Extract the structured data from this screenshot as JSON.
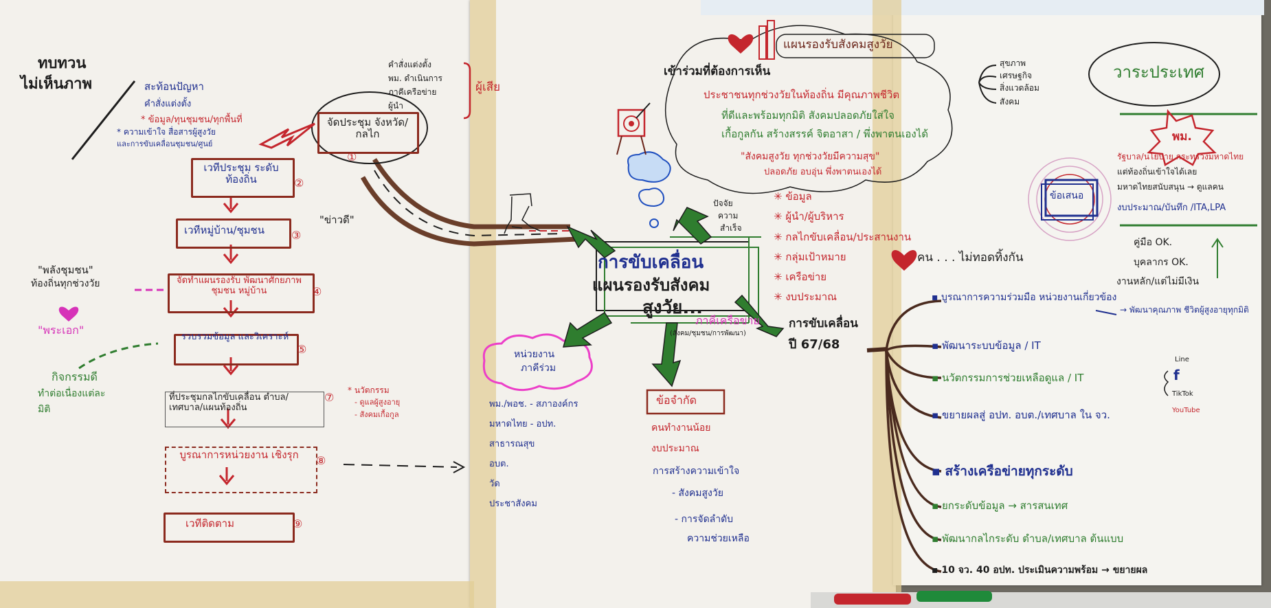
{
  "scene": {
    "title": "ผังความคิด: การขับเคลื่อนแผนรองรับสังคมสูงวัย",
    "colors": {
      "paper": "#f3f1ec",
      "wall": "#6d6a62",
      "tape": "#e2cd96",
      "maroon": "#8b2a1e",
      "blue": "#1f2f8f",
      "red": "#c4262d",
      "green": "#2f7d2f",
      "pink": "#d633b8"
    }
  },
  "left": {
    "heading_1": "ทบทวน",
    "heading_2": "ไม่เห็นภาพ",
    "topnote_1": "สะท้อนปัญหา",
    "topnote_2": "คำสั่งแต่งตั้ง",
    "topnote_3": "* ข้อมูล/ทุนชุมชน/ทุกพื้นที่",
    "topnote_4": "* ความเข้าใจ สื่อสารผู้สูงวัย",
    "topnote_5": "และการขับเคลื่อนชุมชน/ศูนย์",
    "list_1": "คำสั่งแต่งตั้ง",
    "list_2": "พม. ดำเนินการ",
    "list_3": "ภาคีเครือข่าย",
    "list_4": "ผู้นำ",
    "list_bracket": "ผู้เสีย",
    "steps": [
      {
        "label": "จัดประชุม จังหวัด/กลไก",
        "num": "①"
      },
      {
        "label": "เวทีประชุม ระดับท้องถิ่น",
        "num": "②"
      },
      {
        "label": "เวทีหมู่บ้าน/ชุมชน",
        "num": "③"
      },
      {
        "label": "จัดทำแผนรองรับ พัฒนาศักยภาพชุมชน หมู่บ้าน",
        "num": "④"
      },
      {
        "label": "รวบรวมข้อมูล และวิเคราะห์",
        "num": "⑤"
      },
      {
        "label": "ที่ประชุมกลไกขับเคลื่อน ตำบล/เทศบาล/แผนท้องถิ่น",
        "num": "⑦"
      },
      {
        "label": "บูรณาการหน่วยงาน เชิงรุก",
        "num": "⑧"
      },
      {
        "label": "เวทีติดตาม",
        "num": "⑨"
      }
    ],
    "side_note": "\"ข่าวดี\"",
    "power_1": "\"พลังชุมชน\"",
    "power_2": "ท้องถิ่นทุกช่วงวัย",
    "power_3": "\"พระเอก\"",
    "activity_1": "กิจกรรมดี",
    "activity_2": "ทำต่อเนื่องแต่ละ",
    "activity_3": "มิติ",
    "note_right_1": "* นวัตกรรม",
    "note_right_2": "- ดูแลผู้สูงอายุ",
    "note_right_3": "- สังคมเกื้อกูล"
  },
  "center": {
    "main_1": "การขับเคลื่อน",
    "main_2": "แผนรองรับสังคม",
    "main_3": "สูงวัย...",
    "factor_1": "ปัจจัย",
    "factor_2": "ความ",
    "factor_3": "สำเร็จ",
    "network_1": "ภาคีเครือข่าย",
    "network_2": "(สังคม/ชุมชน/การพัฒนา)",
    "partners_title_1": "หน่วยงาน",
    "partners_title_2": "ภาคีร่วม",
    "partners": [
      "พม./พอช. - สภาองค์กร",
      "มหาดไทย - อปท.",
      "สาธารณสุข",
      "อบต.",
      "วัด",
      "ประชาสังคม"
    ],
    "limits_title": "ข้อจำกัด",
    "limits": [
      "คนทำงานน้อย",
      "งบประมาณ"
    ],
    "limits_sub_1": "การสร้างความเข้าใจ",
    "limits_sub_2": "- สังคมสูงวัย",
    "limits_sub_3": "- การจัดลำดับ",
    "limits_sub_4": "ความช่วยเหลือ",
    "factors": [
      "ข้อมูล",
      "ผู้นำ/ผู้บริหาร",
      "กลไกขับเคลื่อน/ประสานงาน",
      "กลุ่มเป้าหมาย",
      "เครือข่าย",
      "งบประมาณ"
    ]
  },
  "top": {
    "heading": "แผนรองรับสังคมสูงวัย",
    "subheading": "เข้าร่วมที่ต้องการเห็น",
    "line_1": "ประชาชนทุกช่วงวัยในท้องถิ่น มีคุณภาพชีวิต",
    "line_2": "ที่ดีและพร้อมทุกมิติ  สังคมปลอดภัยใส่ใจ",
    "line_3": "เกื้อกูลกัน  สร้างสรรค์ จิตอาสา / พึ่งพาตนเองได้",
    "quote_1": "\"สังคมสูงวัย ทุกช่วงวัยมีความสุข\"",
    "quote_2": "ปลอดภัย อบอุ่น พึ่งพาตนเองได้",
    "branches": [
      "สุขภาพ",
      "เศรษฐกิจ",
      "สิ่งแวดล้อม",
      "สังคม"
    ]
  },
  "right": {
    "agenda": "วาระประเทศ",
    "pm": "พม.",
    "bullet_1": "รัฐบาล/นโยบาย กระทรวงมหาดไทย",
    "bullet_2": "แต่ท้องถิ่นเข้าใจได้เลย",
    "bullet_3": "มหาดไทยสนับสนุน → ดูแลคน",
    "bullet_4": "งบประมาณ/บันทึก /ITA,LPA",
    "proposal": "ข้อเสนอ",
    "ok_1": "คู่มือ OK.",
    "ok_2": "บุคลากร OK.",
    "ok_3": "งานหลัก/แต่ไม่มีเงิน",
    "people": "คน . . . ไม่ทอดทิ้งกัน",
    "drive_1": "การขับเคลื่อน",
    "drive_2": "ปี 67/68",
    "items": [
      "บูรณาการความร่วมมือ หน่วยงานเกี่ยวข้อง",
      "พัฒนาระบบข้อมูล / IT",
      "นวัตกรรมการช่วยเหลือดูแล / IT",
      "ขยายผลสู่ อปท. อบต./เทศบาล ใน จว.",
      "สร้างเครือข่ายทุกระดับ",
      "ยกระดับข้อมูล → สารสนเทศ",
      "พัฒนากลไกระดับ ตำบล/เทศบาล ต้นแบบ",
      "10 จว. 40 อปท. ประเมินความพร้อม → ขยายผล"
    ],
    "integrate_result": "→ พัฒนาคุณภาพ ชีวิตผู้สูงอายุทุกมิติ",
    "social": [
      "Line",
      "f",
      "TikTok",
      "YouTube"
    ]
  }
}
